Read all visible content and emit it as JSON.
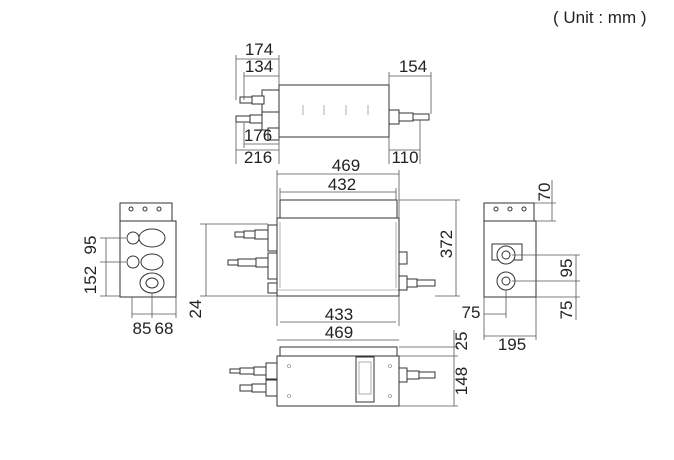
{
  "unit_label": "( Unit : mm )",
  "top_view": {
    "d174": "174",
    "d134": "134",
    "d154": "154",
    "d176": "176",
    "d216": "216",
    "d110": "110"
  },
  "front_view": {
    "d469_top": "469",
    "d432": "432",
    "d372": "372",
    "d24": "24",
    "d433": "433",
    "d469_bottom": "469"
  },
  "left_view": {
    "d152": "152",
    "d95": "95",
    "d85": "85",
    "d68": "68"
  },
  "right_view": {
    "d70": "70",
    "d95": "95",
    "d75_bottom": "75",
    "d75_right": "75",
    "d195": "195"
  },
  "bottom_view": {
    "d25": "25",
    "d148": "148"
  }
}
